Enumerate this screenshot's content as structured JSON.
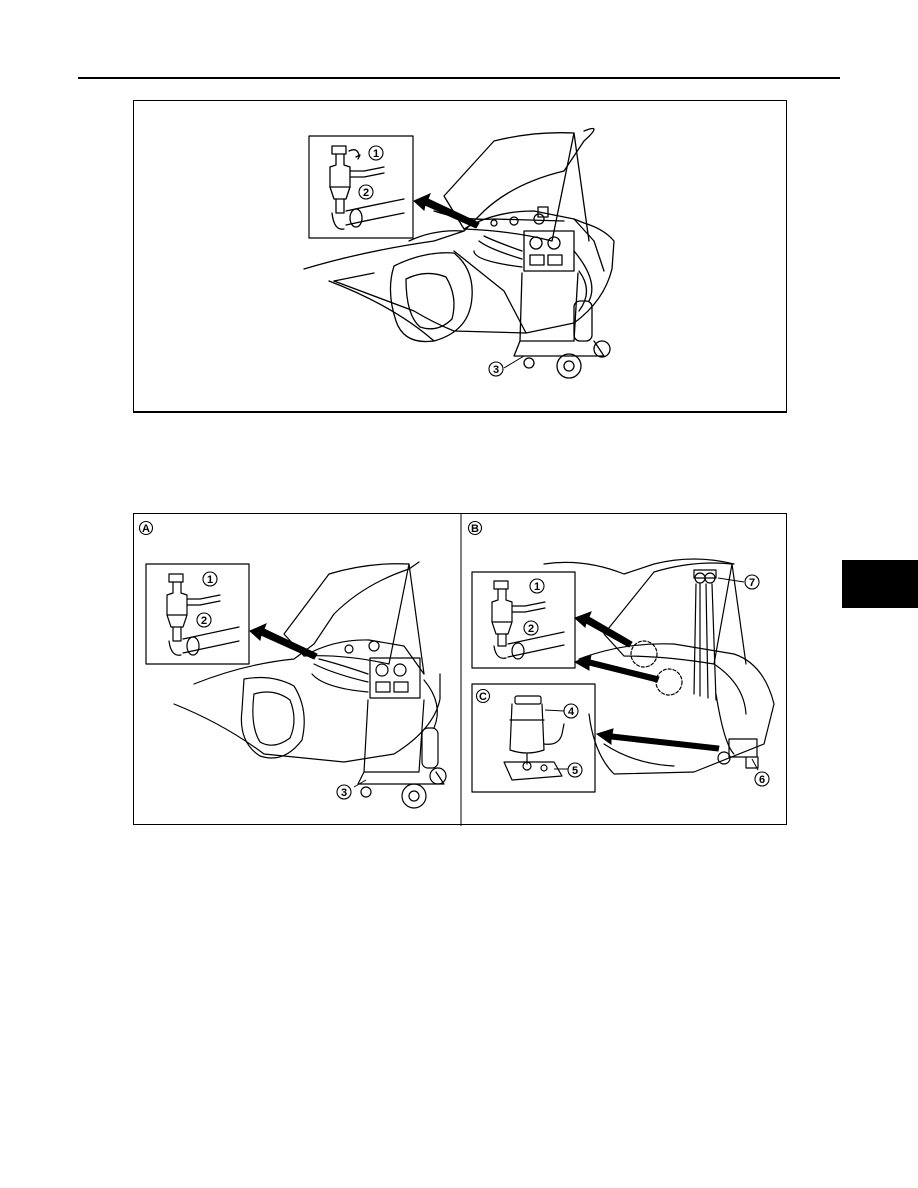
{
  "figure_top": {
    "callouts": [
      "1",
      "2",
      "3"
    ]
  },
  "figure_bottom": {
    "panel_a": {
      "letter": "A",
      "callouts": [
        "1",
        "2",
        "3"
      ]
    },
    "panel_b": {
      "letter": "B",
      "callouts": [
        "1",
        "2",
        "7",
        "6"
      ]
    },
    "panel_c": {
      "letter": "C",
      "callouts": [
        "4",
        "5"
      ]
    }
  }
}
